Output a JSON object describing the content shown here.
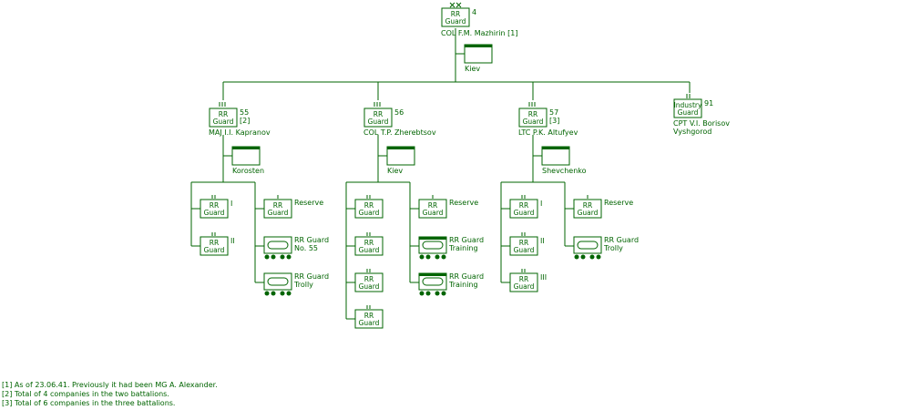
{
  "hq": {
    "symbol": [
      "RR",
      "Guard"
    ],
    "number": "4",
    "commander": "COL F.M. Mazhirin [1]",
    "location": "Kiev"
  },
  "regiments": [
    {
      "symbol": [
        "RR",
        "Guard"
      ],
      "number": "55",
      "note": "[2]",
      "commander": "MAJ I.I. Kapranov",
      "location": "Korosten",
      "battalions": [
        "I",
        "II"
      ],
      "reserve": "Reserve",
      "trains": [
        {
          "l1": "RR Guard",
          "l2": "No. 55"
        },
        {
          "l1": "RR Guard",
          "l2": "Trolly"
        }
      ]
    },
    {
      "symbol": [
        "RR",
        "Guard"
      ],
      "number": "56",
      "commander": "COL T.P. Zherebtsov",
      "location": "Kiev",
      "battalions": [
        "",
        "",
        "",
        ""
      ],
      "reserve": "Reserve",
      "trains": [
        {
          "l1": "RR Guard",
          "l2": "Training"
        },
        {
          "l1": "RR Guard",
          "l2": "Training"
        }
      ]
    },
    {
      "symbol": [
        "RR",
        "Guard"
      ],
      "number": "57",
      "note": "[3]",
      "commander": "LTC P.K. Altufyev",
      "location": "Shevchenko",
      "battalions": [
        "I",
        "II",
        "III"
      ],
      "reserve": "Reserve",
      "trains": [
        {
          "l1": "RR Guard",
          "l2": "Trolly"
        }
      ]
    },
    {
      "symbol": [
        "Industry",
        "Guard"
      ],
      "number": "91",
      "commander": "CPT V.I. Borisov",
      "location": "Vyshgorod"
    }
  ],
  "notes": [
    "[1] As of  23.06.41. Previously it had been MG A. Alexander.",
    "[2] Total of 4 companies in the two battalions.",
    "[3] Total of 6 companies in the three battalions."
  ]
}
